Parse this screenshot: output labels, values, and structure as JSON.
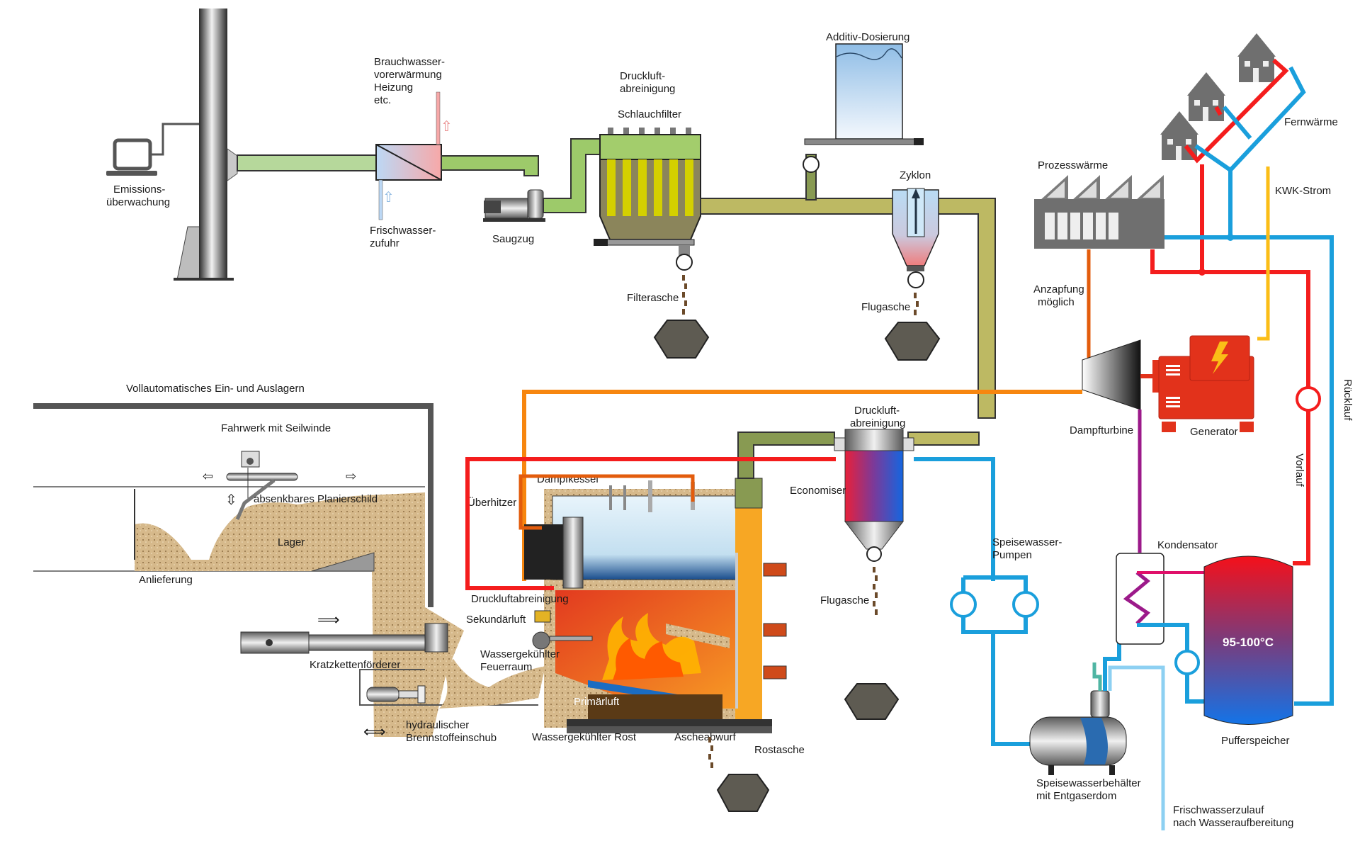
{
  "diagram": {
    "type": "biomass-chp-plant-process-flow",
    "language": "de"
  },
  "labels": {
    "emission_monitoring": [
      "Emissions-",
      "überwachung"
    ],
    "service_water": [
      "Brauchwasser-",
      "vorerwärmung",
      "Heizung",
      "etc."
    ],
    "fresh_water_supply": [
      "Frischwasser-",
      "zufuhr"
    ],
    "induced_draft": "Saugzug",
    "compressed_air_cleaning_filter": [
      "Druckluft-",
      "abreinigung"
    ],
    "bag_filter": "Schlauchfilter",
    "filter_ash": "Filterasche",
    "additive_dosing": "Additiv-Dosierung",
    "cyclone": "Zyklon",
    "fly_ash_cyclone": "Flugasche",
    "process_heat": "Prozesswärme",
    "district_heating": "Fernwärme",
    "chp_power": "KWK-Strom",
    "bleed_possible": [
      "Anzapfung",
      "möglich"
    ],
    "storage_title": "Vollautomatisches Ein- und Auslagern",
    "crane": "Fahrwerk mit Seilwinde",
    "leveling_blade": "absenkbares Planierschild",
    "storage": "Lager",
    "delivery": "Anlieferung",
    "scraper_conveyor": "Kratzkettenförderer",
    "hydraulic_feeder": [
      "hydraulischer",
      "Brennstoffeinschub"
    ],
    "superheater": "Überhitzer",
    "steam_boiler": "Dampfkessel",
    "compressed_air_cleaning_boiler": "Druckluftabreinigung",
    "secondary_air": "Sekundärluft",
    "water_cooled_furnace": [
      "Wassergekühlter",
      "Feuerraum"
    ],
    "primary_air": "Primärluft",
    "water_cooled_grate": "Wassergekühlter Rost",
    "ash_discharge": "Ascheabwurf",
    "grate_ash": "Rostasche",
    "compressed_air_cleaning_eco": [
      "Druckluft-",
      "abreinigung"
    ],
    "economiser": "Economiser",
    "fly_ash_eco": "Flugasche",
    "steam_turbine": "Dampfturbine",
    "generator": "Generator",
    "return_flow": "Rücklauf",
    "supply_flow": "Vorlauf",
    "feedwater_pumps": [
      "Speisewasser-",
      "Pumpen"
    ],
    "condenser": "Kondensator",
    "buffer_temp": "95-100°C",
    "buffer_tank": "Pufferspeicher",
    "feedwater_tank": [
      "Speisewasserbehälter",
      "mit Entgaserdom"
    ],
    "fresh_water_inlet": [
      "Frischwasserzulauf",
      "nach Wasseraufbereitung"
    ]
  },
  "colors": {
    "hot_water": "#f41d1d",
    "cold_water": "#1a9fdc",
    "live_steam": "#f7860f",
    "bleed_steam": "#e35c0c",
    "electricity": "#fbbd17",
    "exhaust_steam": "#9c1a8a",
    "flue_gas_clean": "#b6d89b",
    "flue_gas_dirty": "#bdb963",
    "generator": "#e2321b"
  }
}
